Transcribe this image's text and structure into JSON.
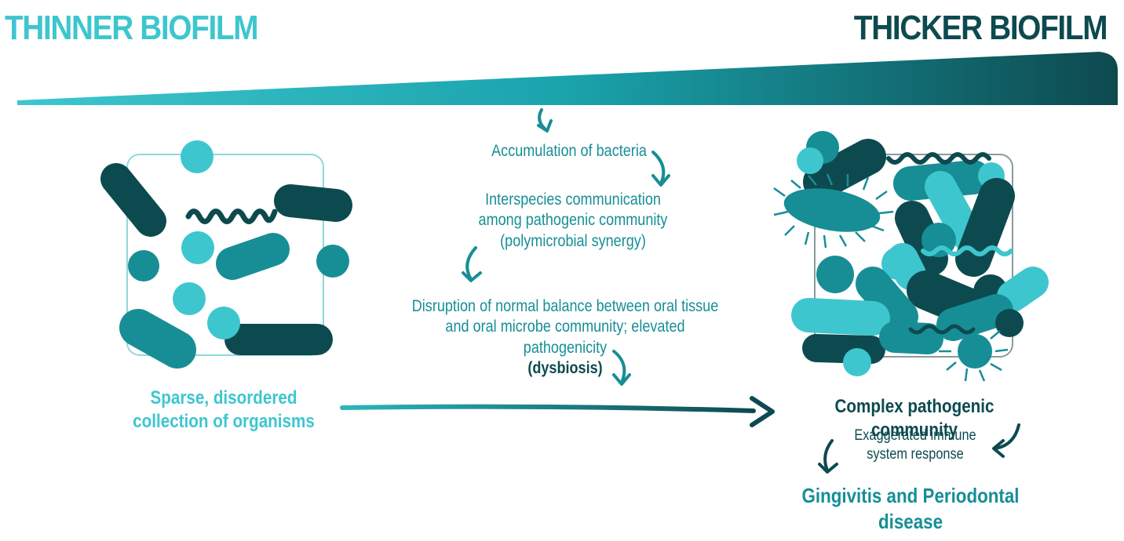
{
  "header": {
    "left_title": "THINNER BIOFILM",
    "right_title": "THICKER BIOFILM"
  },
  "steps": [
    {
      "text": "Accumulation of bacteria"
    },
    {
      "lines": [
        "Interspecies communication",
        "among pathogenic community",
        "(polymicrobial synergy)"
      ]
    },
    {
      "lines": [
        "Disruption of normal balance between oral tissue",
        "and oral microbe community; elevated pathogenicity"
      ],
      "emphasis": "(dysbiosis)"
    }
  ],
  "left_caption": [
    "Sparse, disordered",
    "collection of organisms"
  ],
  "right": {
    "caption": "Complex pathogenic community",
    "response": [
      "Exaggerated immune",
      "system response"
    ],
    "outcome": "Gingivitis and Periodontal disease"
  },
  "colors": {
    "light": "#3ec6cf",
    "mid": "#178e96",
    "dark": "#0d4a4f"
  }
}
